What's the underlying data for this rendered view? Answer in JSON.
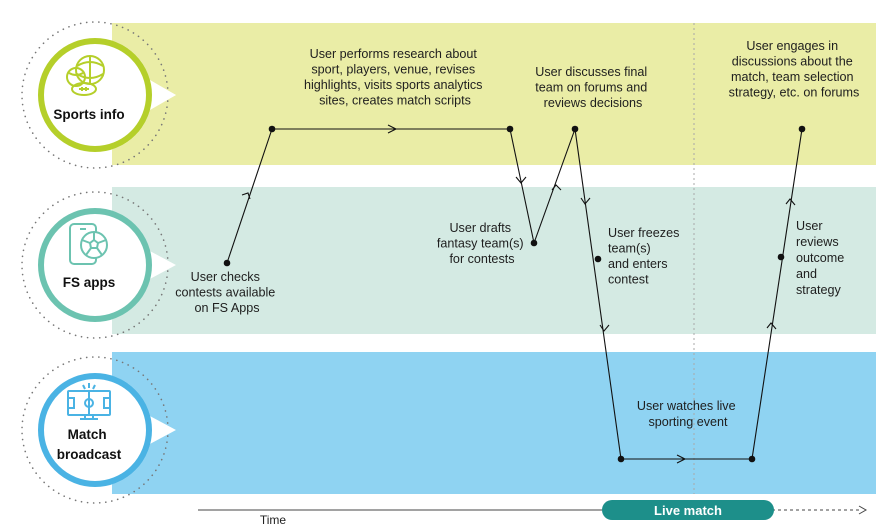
{
  "colors": {
    "sports_band": "#eaeda6",
    "fs_band": "#d4eae3",
    "match_band": "#8fd3f2",
    "sports_ring": "#b5cf2a",
    "fs_ring": "#6cc3b0",
    "match_ring": "#4ab3e4",
    "live_pill": "#1d8f8a",
    "path": "#111111"
  },
  "lanes": [
    {
      "id": "sports",
      "label_lines": [
        "Sports info"
      ],
      "icon": "sports-balls-icon"
    },
    {
      "id": "fs",
      "label_lines": [
        "FS apps"
      ],
      "icon": "phone-football-icon"
    },
    {
      "id": "match",
      "label_lines": [
        "Match",
        "broadcast"
      ],
      "icon": "tv-pitch-icon"
    }
  ],
  "steps": [
    {
      "label_lines": [
        "User checks",
        "contests available",
        "on FS Apps"
      ]
    },
    {
      "label_lines": [
        "User performs research about",
        "sport, players, venue, revises",
        "highlights, visits sports analytics",
        "sites, creates match scripts"
      ]
    },
    {
      "label_lines": [
        "User drafts",
        "fantasy team(s)",
        "for contests"
      ]
    },
    {
      "label_lines": [
        "User discusses final",
        "team on forums and",
        "reviews decisions"
      ]
    },
    {
      "label_lines": [
        "User freezes",
        "team(s)",
        "and enters",
        "contest"
      ]
    },
    {
      "label_lines": [
        "User watches live",
        "sporting event"
      ]
    },
    {
      "label_lines": [
        "User",
        "reviews",
        "outcome",
        "and",
        "strategy"
      ]
    },
    {
      "label_lines": [
        "User engages in",
        "discussions about the",
        "match, team selection",
        "strategy, etc. on forums"
      ]
    }
  ],
  "time_axis": {
    "label": "Time",
    "live_label": "Live match"
  }
}
